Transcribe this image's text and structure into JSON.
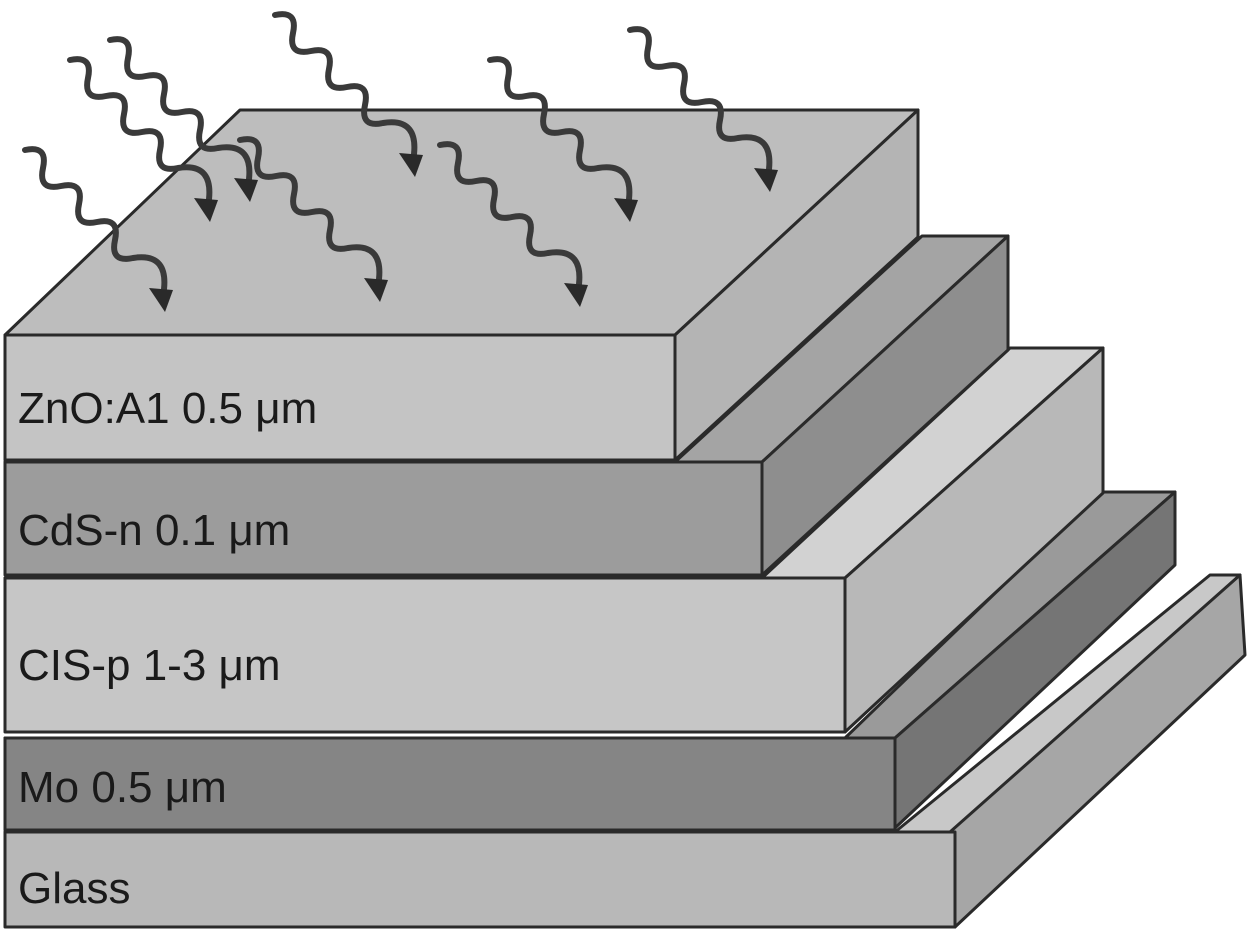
{
  "layers": [
    {
      "label": "ZnO:A1 0.5 μm",
      "front": "#c4c4c4",
      "side": "#b4b4b4",
      "top": "#bdbdbd"
    },
    {
      "label": "CdS-n 0.1 μm",
      "front": "#9c9c9c",
      "side": "#8e8e8e",
      "top": "#a4a4a4"
    },
    {
      "label": "CIS-p 1-3 μm",
      "front": "#c6c6c6",
      "side": "#b8b8b8",
      "top": "#d2d2d2"
    },
    {
      "label": "Mo 0.5 μm",
      "front": "#858585",
      "side": "#757575",
      "top": "#9a9a9a"
    },
    {
      "label": "Glass",
      "front": "#b8b8b8",
      "side": "#a6a6a6",
      "top": "#c8c8c8"
    }
  ],
  "incident_light_icon": "wavy-photon-arrow",
  "photon_count": 8
}
